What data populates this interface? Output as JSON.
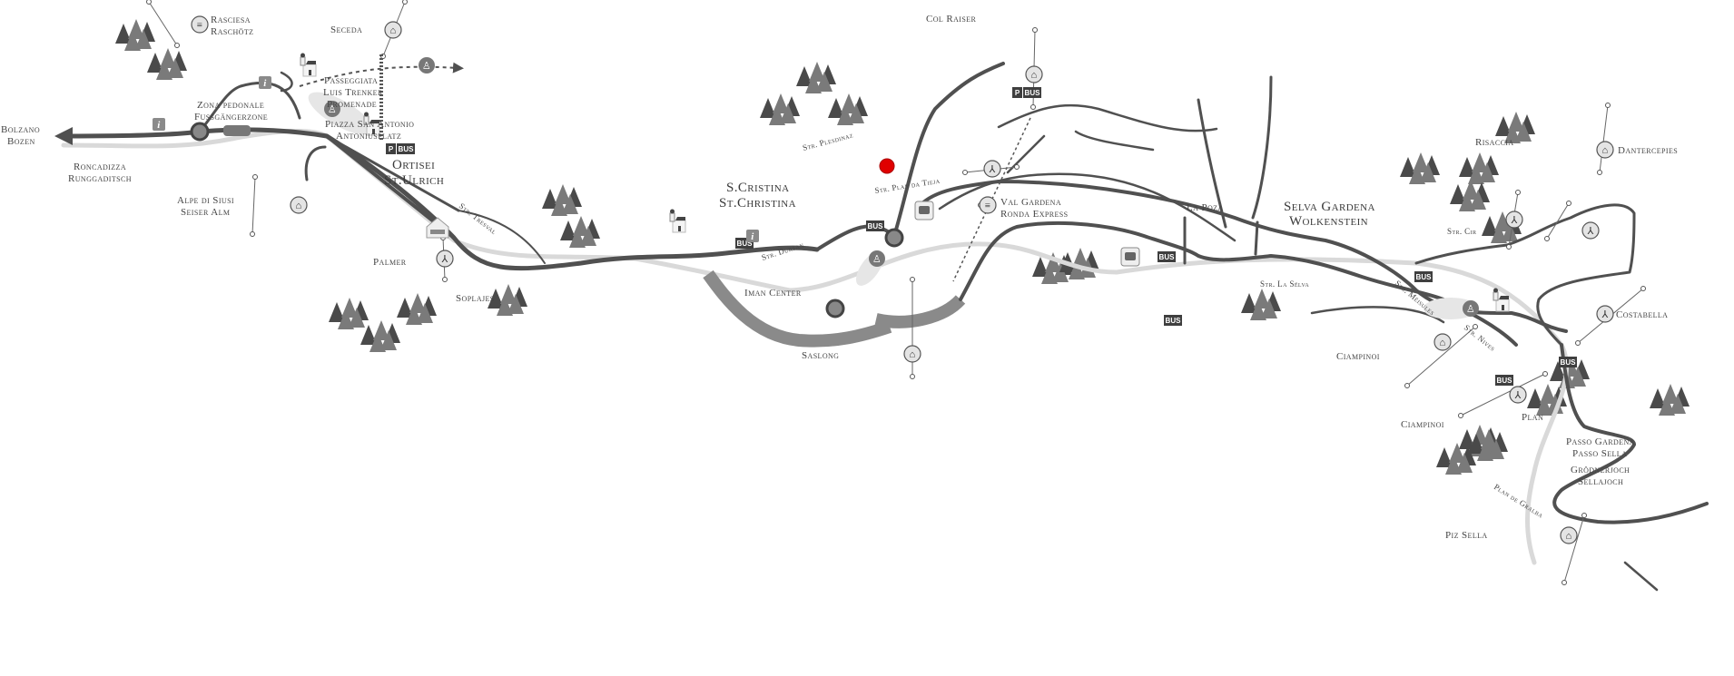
{
  "colors": {
    "road": "#505050",
    "river": "#d9d9d9",
    "tunnel": "#8a8a8a",
    "mountain_dark": "#4a4a4a",
    "mountain_light": "#7a7a7a",
    "marker": "#e00000"
  },
  "places": {
    "rasciesa": [
      "Rasciesa",
      "Raschötz"
    ],
    "seceda": "Seceda",
    "passeggiata": [
      "Passeggiata",
      "Luis Trenker",
      "Promenade"
    ],
    "zona": [
      "Zona pedonale",
      "Fussgängerzone"
    ],
    "piazza": [
      "Piazza San Antonio",
      "Antoniusplatz"
    ],
    "bolzano": [
      "Bolzano",
      "Bozen"
    ],
    "roncadizza": [
      "Roncadizza",
      "Runggaditsch"
    ],
    "ortisei": [
      "Ortisei",
      "St.Ulrich"
    ],
    "alpe": [
      "Alpe di Siusi",
      "Seiser Alm"
    ],
    "palmer": "Palmer",
    "soplajes": "Soplajes",
    "col_raiser": "Col Raiser",
    "scristina": [
      "S.Cristina",
      "St.Christina"
    ],
    "val_gardena": [
      "Val Gardena",
      "Ronda Express"
    ],
    "iman": "Iman Center",
    "saslong": "Saslong",
    "la_poza": "La Poza",
    "selva": [
      "Selva Gardena",
      "Wolkenstein"
    ],
    "risaccia": "Risaccia",
    "dantercepies": "Dantercepies",
    "costabella": "Costabella",
    "ciampinoi_1": "Ciampinoi",
    "ciampinoi_2": "Ciampinoi",
    "plan": "Plan",
    "passo": [
      "Passo Gardena",
      "Passo Sella"
    ],
    "joch": [
      "Grödnerjoch",
      "Sellajoch"
    ],
    "piz_sella": "Piz Sella"
  },
  "streets": {
    "tresval": "Str. Tresval",
    "plesdinaz": "Str. Plesdinaz",
    "plan_da_tieja": "Str. Plan da Tieja",
    "dursan": "Str. Dursan",
    "cir": "Str. Cir",
    "la_selva": "Str. La Sëlva",
    "meisules": "Str. Mëisules",
    "nives": "Str. Nives",
    "plan_de_gralba": "Plan de Gralba"
  },
  "badges": {
    "bus": "BUS",
    "parking": "P",
    "info": "i"
  },
  "icons": [
    "cable-car-icon",
    "funicular-icon",
    "chairlift-icon",
    "ski-lift-icon",
    "pedestrian-icon",
    "church-icon",
    "info-icon",
    "bus-stop-icon",
    "parking-icon",
    "car-icon",
    "swimming-pool-icon",
    "roundabout-icon",
    "location-marker-icon",
    "mountain-icon"
  ]
}
